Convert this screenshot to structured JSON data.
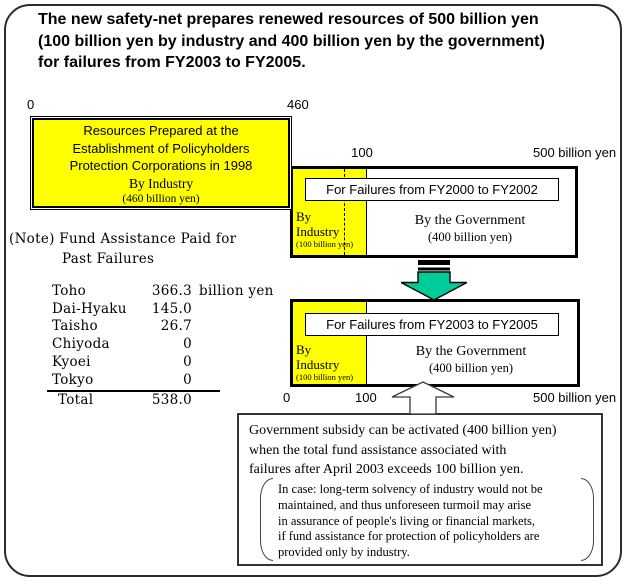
{
  "title": {
    "lines": [
      "The new safety-net prepares renewed resources of 500 billion yen",
      "(100 billion yen by industry and 400 billion yen by the government)",
      "for failures from FY2003 to FY2005."
    ]
  },
  "colors": {
    "highlight_yellow": "#FFFF00",
    "arrow_green": "#00CC99"
  },
  "scale_1998": {
    "zero": "0",
    "max": "460"
  },
  "scale_top": {
    "hundred": "100",
    "max": "500 billion yen"
  },
  "scale_bottom": {
    "zero": "0",
    "hundred": "100",
    "max": "500 billion yen"
  },
  "box_1998": {
    "lines": [
      "Resources Prepared at the",
      "Establishment of Policyholders",
      "Protection Corporations in 1998",
      "By Industry",
      "(460 billion yen)"
    ]
  },
  "bar_fy2000": {
    "label": "For Failures from FY2000 to FY2002",
    "industry": {
      "l1": "By",
      "l2": "Industry",
      "l3": "(100 billion yen)"
    },
    "government": {
      "l1": "By the Government",
      "l2": "(400 billion yen)"
    }
  },
  "bar_fy2003": {
    "label": "For Failures from FY2003 to FY2005",
    "industry": {
      "l1": "By",
      "l2": "Industry",
      "l3": "(100 billion yen)"
    },
    "government": {
      "l1": "By the Government",
      "l2": "(400 billion yen)"
    }
  },
  "note_table": {
    "heading1": "(Note) Fund Assistance Paid for",
    "heading2": "Past Failures",
    "rows": [
      {
        "name": "Toho",
        "value": "366.3",
        "unit": "billion yen"
      },
      {
        "name": "Dai-Hyaku",
        "value": "145.0",
        "unit": ""
      },
      {
        "name": "Taisho",
        "value": "26.7",
        "unit": ""
      },
      {
        "name": "Chiyoda",
        "value": "0",
        "unit": ""
      },
      {
        "name": "Kyoei",
        "value": "0",
        "unit": ""
      },
      {
        "name": "Tokyo",
        "value": "0",
        "unit": ""
      }
    ],
    "total": {
      "name": "Total",
      "value": "538.0"
    }
  },
  "subsidy_note": {
    "lines": [
      "Government subsidy can be activated (400 billion yen)",
      "when the total fund assistance associated with",
      "failures after April 2003 exceeds 100 billion yen."
    ],
    "inner_lines": [
      "In case: long-term solvency of industry would not be",
      "maintained, and thus unforeseen turmoil may arise",
      "in assurance of people's living or financial markets,",
      "if fund assistance for protection of policyholders are",
      "provided only by industry."
    ]
  },
  "chart_data": {
    "type": "bar",
    "unit": "billion yen",
    "bars": [
      {
        "label": "Resources Prepared at the Establishment of Policyholders Protection Corporations in 1998",
        "segments": [
          {
            "name": "By Industry",
            "value": 460
          }
        ],
        "axis_max": 460
      },
      {
        "label": "For Failures from FY2000 to FY2002",
        "segments": [
          {
            "name": "By Industry",
            "value": 100
          },
          {
            "name": "By the Government",
            "value": 400
          }
        ],
        "axis_max": 500
      },
      {
        "label": "For Failures from FY2003 to FY2005",
        "segments": [
          {
            "name": "By Industry",
            "value": 100
          },
          {
            "name": "By the Government",
            "value": 400
          }
        ],
        "axis_max": 500
      }
    ],
    "table": {
      "title": "Fund Assistance Paid for Past Failures",
      "rows": [
        [
          "Toho",
          366.3
        ],
        [
          "Dai-Hyaku",
          145.0
        ],
        [
          "Taisho",
          26.7
        ],
        [
          "Chiyoda",
          0
        ],
        [
          "Kyoei",
          0
        ],
        [
          "Tokyo",
          0
        ],
        [
          "Total",
          538.0
        ]
      ]
    }
  }
}
